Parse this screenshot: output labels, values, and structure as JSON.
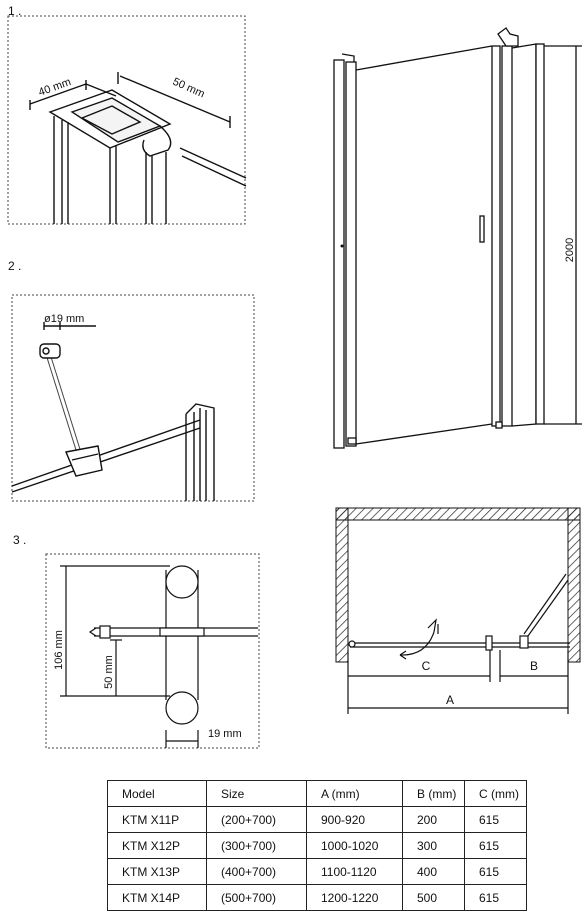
{
  "steps": [
    "1 .",
    "2 .",
    "3 ."
  ],
  "detail1": {
    "dim_depth": "40 mm",
    "dim_width": "50 mm"
  },
  "detail2": {
    "dim_bar": "ø19 mm"
  },
  "detail3": {
    "dim_height": "106 mm",
    "dim_inner": "50 mm",
    "dim_width": "19 mm"
  },
  "elevation": {
    "height_label": "2000"
  },
  "plan": {
    "label_a": "A",
    "label_b": "B",
    "label_c": "C"
  },
  "table": {
    "headers": [
      "Model",
      "Size",
      "A (mm)",
      "B (mm)",
      "C (mm)"
    ],
    "rows": [
      [
        "KTM X11P",
        "(200+700)",
        "900-920",
        "200",
        "615"
      ],
      [
        "KTM X12P",
        "(300+700)",
        "1000-1020",
        "300",
        "615"
      ],
      [
        "KTM X13P",
        "(400+700)",
        "1100-1120",
        "400",
        "615"
      ],
      [
        "KTM X14P",
        "(500+700)",
        "1200-1220",
        "500",
        "615"
      ]
    ]
  }
}
